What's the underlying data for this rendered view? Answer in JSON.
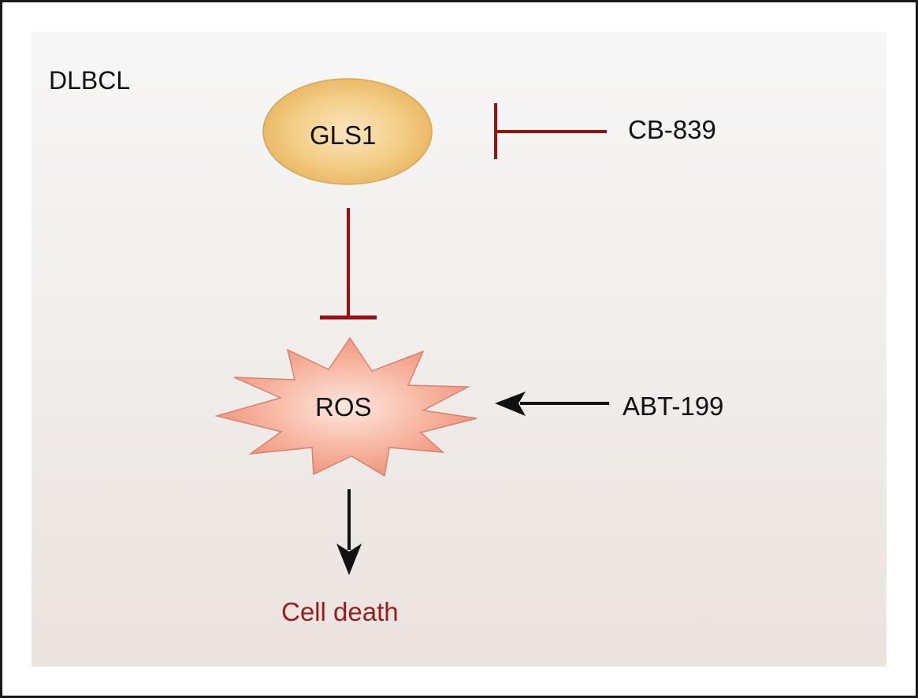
{
  "context_label": "DLBCL",
  "nodes": {
    "gls1": {
      "label": "GLS1",
      "shape": "ellipse",
      "fill": "#f0c26e"
    },
    "ros": {
      "label": "ROS",
      "shape": "starburst",
      "fill": "#f4a38c"
    },
    "cell_death": {
      "label": "Cell death",
      "color": "#9b1c1c"
    }
  },
  "drugs": {
    "cb839": {
      "label": "CB-839",
      "effect": "inhibits",
      "target": "GLS1"
    },
    "abt199": {
      "label": "ABT-199",
      "effect": "activates",
      "target": "ROS"
    }
  },
  "edges": [
    {
      "from": "CB-839",
      "to": "GLS1",
      "type": "inhibition",
      "color": "#9b0f12"
    },
    {
      "from": "GLS1",
      "to": "ROS",
      "type": "inhibition",
      "color": "#9b0f12"
    },
    {
      "from": "ABT-199",
      "to": "ROS",
      "type": "activation",
      "color": "#111111"
    },
    {
      "from": "ROS",
      "to": "Cell death",
      "type": "activation",
      "color": "#111111"
    }
  ]
}
